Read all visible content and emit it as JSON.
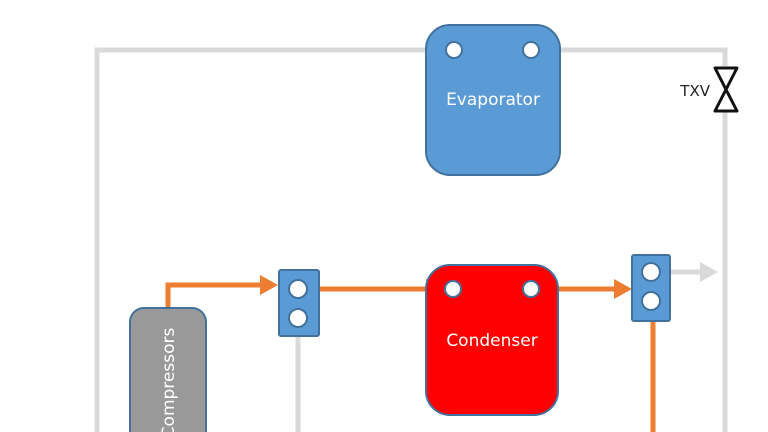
{
  "components": {
    "evaporator": {
      "label": "Evaporator",
      "color": "#5b9bd5"
    },
    "condenser": {
      "label": "Condenser",
      "color": "#ff0000"
    },
    "compressors": {
      "label": "Compressors",
      "color": "#999999"
    },
    "expansion_valve": {
      "label": "TXV"
    }
  },
  "colors": {
    "hot_line": "#ed7d31",
    "cold_line": "#d9d9d9",
    "box_border": "#41719c",
    "port_fill": "#ffffff",
    "valve_block": "#5b9bd5"
  }
}
